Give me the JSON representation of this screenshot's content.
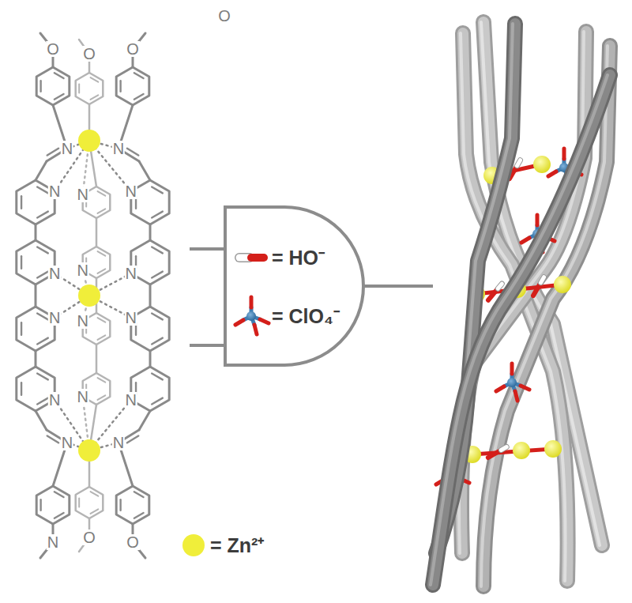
{
  "diagram": {
    "labels": [
      "O",
      "O",
      "O",
      "N",
      "N",
      "N",
      "N",
      "N",
      "N",
      "N",
      "N",
      "N",
      "N",
      "N",
      "N",
      "N",
      "N",
      "N",
      "N",
      "N",
      "O",
      "O",
      "O"
    ],
    "legend": [
      {
        "text": "= HO⁻"
      },
      {
        "text": "= ClO₄⁻"
      },
      {
        "text": "= Zn²⁺",
        "color": "#f0ee3a"
      }
    ]
  }
}
